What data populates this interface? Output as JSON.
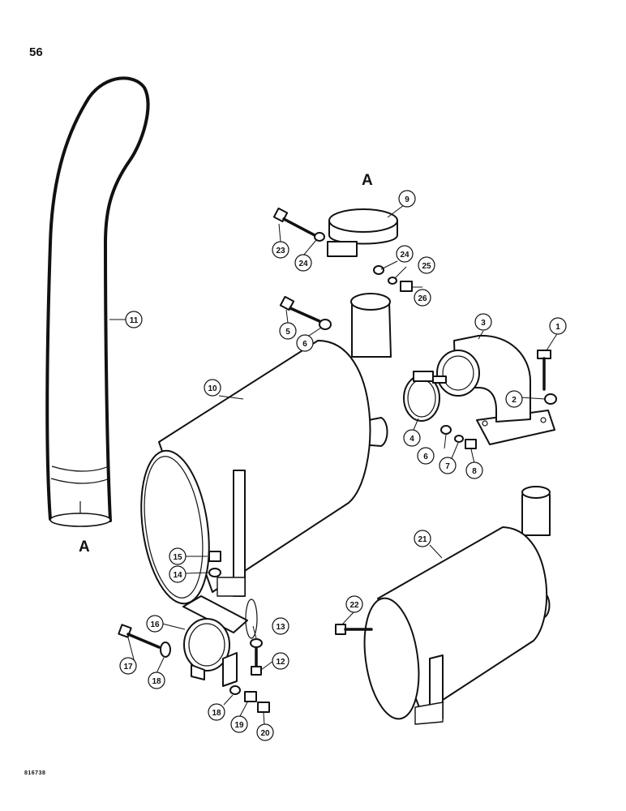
{
  "page": {
    "number": "56",
    "figure_code": "816738"
  },
  "section_labels": {
    "top": "A",
    "bottom": "A"
  },
  "callouts": [
    {
      "id": "c1",
      "label": "1"
    },
    {
      "id": "c2",
      "label": "2"
    },
    {
      "id": "c3",
      "label": "3"
    },
    {
      "id": "c4",
      "label": "4"
    },
    {
      "id": "c5",
      "label": "5"
    },
    {
      "id": "c6a",
      "label": "6"
    },
    {
      "id": "c6b",
      "label": "6"
    },
    {
      "id": "c7",
      "label": "7"
    },
    {
      "id": "c8",
      "label": "8"
    },
    {
      "id": "c9",
      "label": "9"
    },
    {
      "id": "c10",
      "label": "10"
    },
    {
      "id": "c11",
      "label": "11"
    },
    {
      "id": "c12",
      "label": "12"
    },
    {
      "id": "c13",
      "label": "13"
    },
    {
      "id": "c14",
      "label": "14"
    },
    {
      "id": "c15",
      "label": "15"
    },
    {
      "id": "c16",
      "label": "16"
    },
    {
      "id": "c17",
      "label": "17"
    },
    {
      "id": "c18a",
      "label": "18"
    },
    {
      "id": "c18b",
      "label": "18"
    },
    {
      "id": "c19",
      "label": "19"
    },
    {
      "id": "c20",
      "label": "20"
    },
    {
      "id": "c21",
      "label": "21"
    },
    {
      "id": "c22",
      "label": "22"
    },
    {
      "id": "c23",
      "label": "23"
    },
    {
      "id": "c24a",
      "label": "24"
    },
    {
      "id": "c24b",
      "label": "24"
    },
    {
      "id": "c25",
      "label": "25"
    },
    {
      "id": "c26",
      "label": "26"
    }
  ]
}
